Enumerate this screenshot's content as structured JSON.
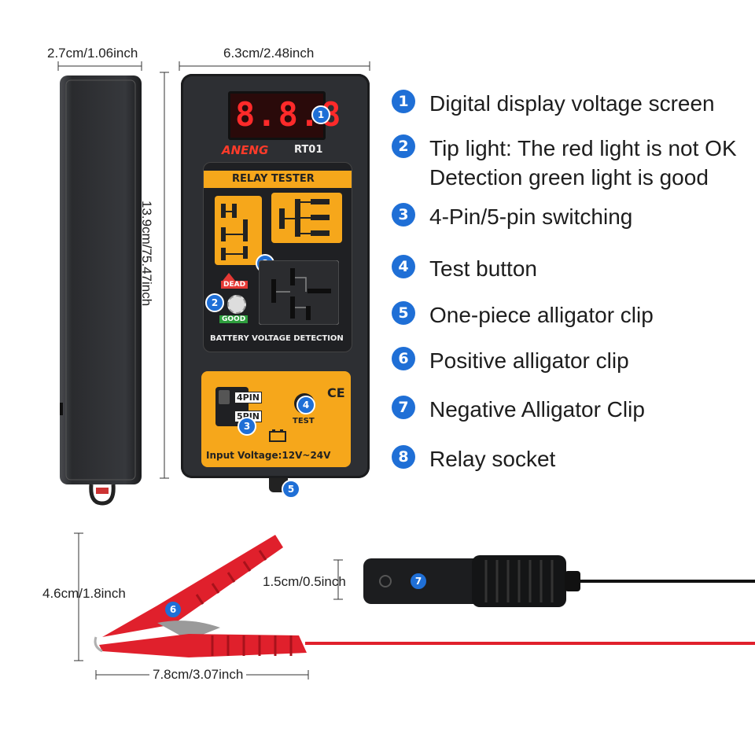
{
  "dimensions": {
    "side_width": "2.7cm/1.06inch",
    "front_width": "6.3cm/2.48inch",
    "height": "13.9cm/75.47inch",
    "clip_height": "4.6cm/1.8inch",
    "clip_thickness": "1.5cm/0.5inch",
    "clip_length": "7.8cm/3.07inch"
  },
  "device": {
    "display": "8.8.8",
    "brand": "ANENG",
    "model": "RT01",
    "relay_title": "RELAY TESTER",
    "dead": "DEAD",
    "good": "GOOD",
    "battery_detection": "BATTERY VOLTAGE DETECTION",
    "pin4": "4PIN",
    "pin5": "5PIN",
    "test": "TEST",
    "ce": "CE",
    "input_voltage": "Input Voltage:12V~24V"
  },
  "features": [
    {
      "num": "1",
      "lines": [
        "Digital display voltage screen"
      ]
    },
    {
      "num": "2",
      "lines": [
        "Tip light: The red light is not OK",
        "Detection green light is good"
      ]
    },
    {
      "num": "3",
      "lines": [
        "4-Pin/5-pin switching"
      ]
    },
    {
      "num": "4",
      "lines": [
        "Test button"
      ]
    },
    {
      "num": "5",
      "lines": [
        "One-piece alligator clip"
      ]
    },
    {
      "num": "6",
      "lines": [
        "Positive alligator clip"
      ]
    },
    {
      "num": "7",
      "lines": [
        "Negative Alligator Clip"
      ]
    },
    {
      "num": "8",
      "lines": [
        "Relay socket"
      ]
    }
  ],
  "colors": {
    "accent": "#1f6fd6",
    "panel": "#f6a71b",
    "body": "#2d2f33",
    "led": "#ff2a2a",
    "clip_red": "#e0202c"
  }
}
